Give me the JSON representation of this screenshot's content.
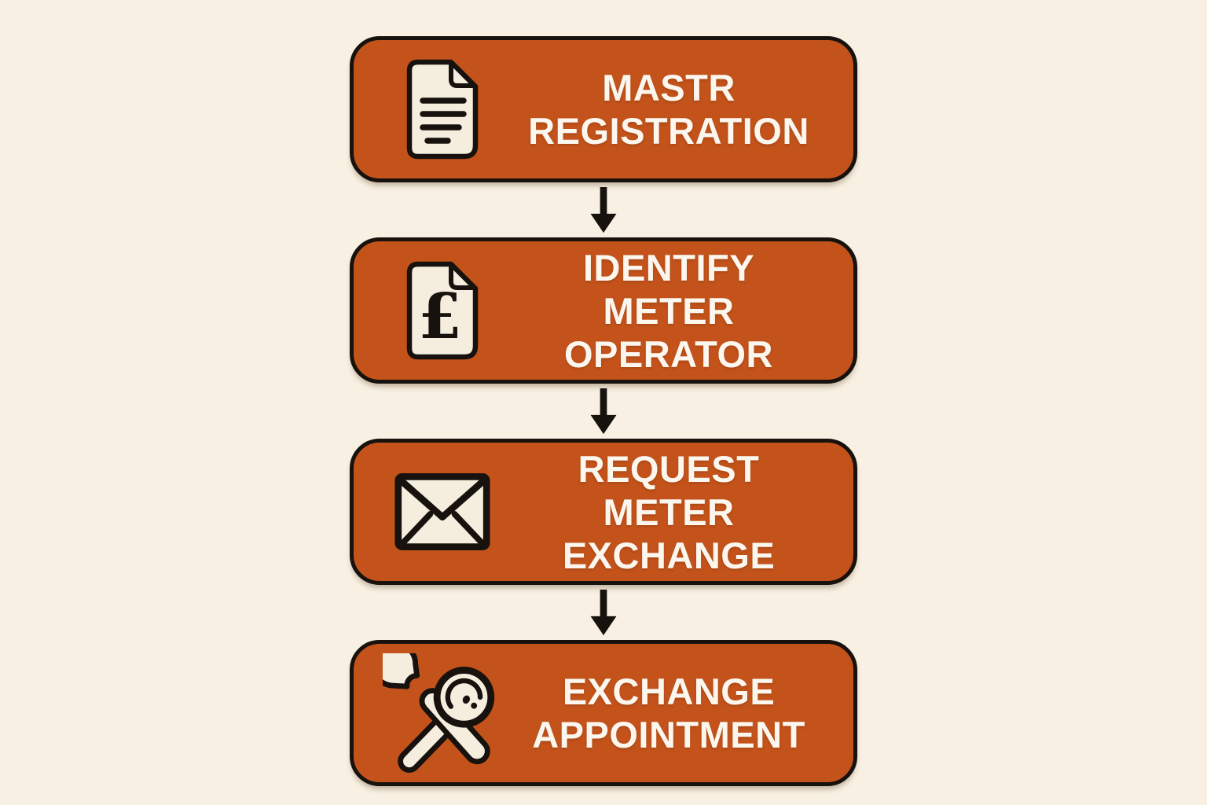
{
  "diagram": {
    "colors": {
      "background": "#F8F0E2",
      "box_fill": "#C4531B",
      "outline": "#17120E",
      "icon_fill": "#F5EEDE",
      "text": "#FBF7EF",
      "arrow": "#17120E"
    },
    "pound_symbol": "£",
    "steps": [
      {
        "icon": "document-icon",
        "label_line1": "MASTR",
        "label_line2": "REGISTRATION"
      },
      {
        "icon": "pound-document-icon",
        "label_line1": "IDENTIFY",
        "label_line2": "METER OPERATOR"
      },
      {
        "icon": "envelope-icon",
        "label_line1": "REQUEST",
        "label_line2": "METER EXCHANGE"
      },
      {
        "icon": "wrench-gauge-icon",
        "label_line1": "EXCHANGE",
        "label_line2": "APPOINTMENT"
      }
    ]
  }
}
